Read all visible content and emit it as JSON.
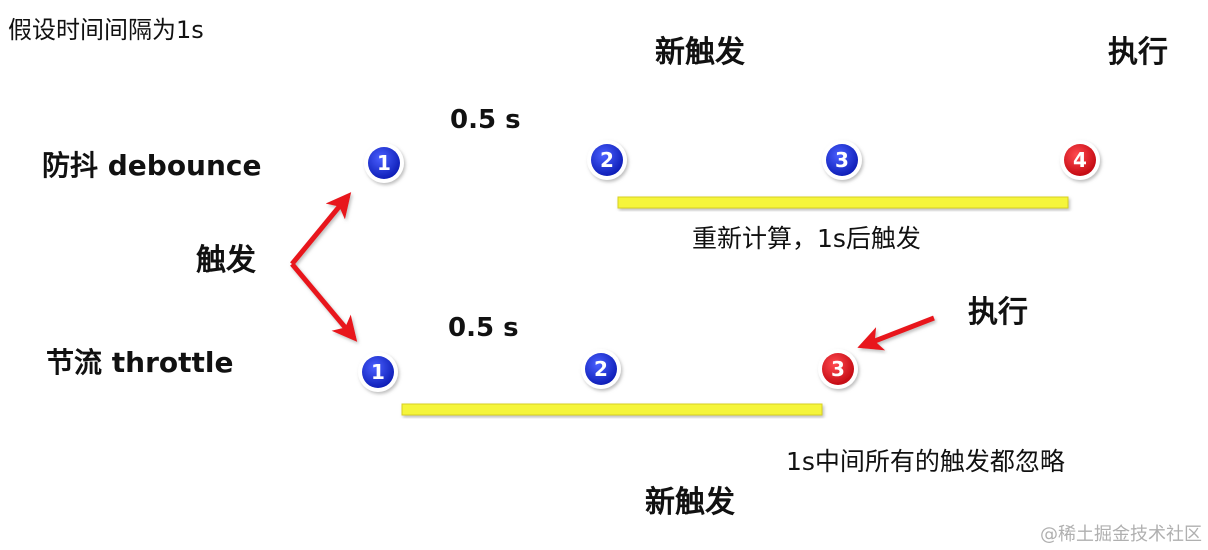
{
  "note": "假设时间间隔为1s",
  "debounce": {
    "label": "防抖 debounce",
    "interval_label": "0.5 s",
    "new_trigger_label": "新触发",
    "execute_label": "执行",
    "recalc_label": "重新计算，1s后触发",
    "nodes": [
      "1",
      "2",
      "3",
      "4"
    ]
  },
  "trigger_label": "触发",
  "throttle": {
    "label": "节流 throttle",
    "interval_label": "0.5 s",
    "execute_label": "执行",
    "ignore_label": "1s中间所有的触发都忽略",
    "new_trigger_label": "新触发",
    "nodes": [
      "1",
      "2",
      "3"
    ]
  },
  "watermark": "@稀土掘金技术社区",
  "colors": {
    "arrow": "#e8141c",
    "node_blue": "#1a2ed8",
    "node_red": "#e8141c",
    "highlight_bar": "#f5f53a",
    "text": "#111111"
  }
}
